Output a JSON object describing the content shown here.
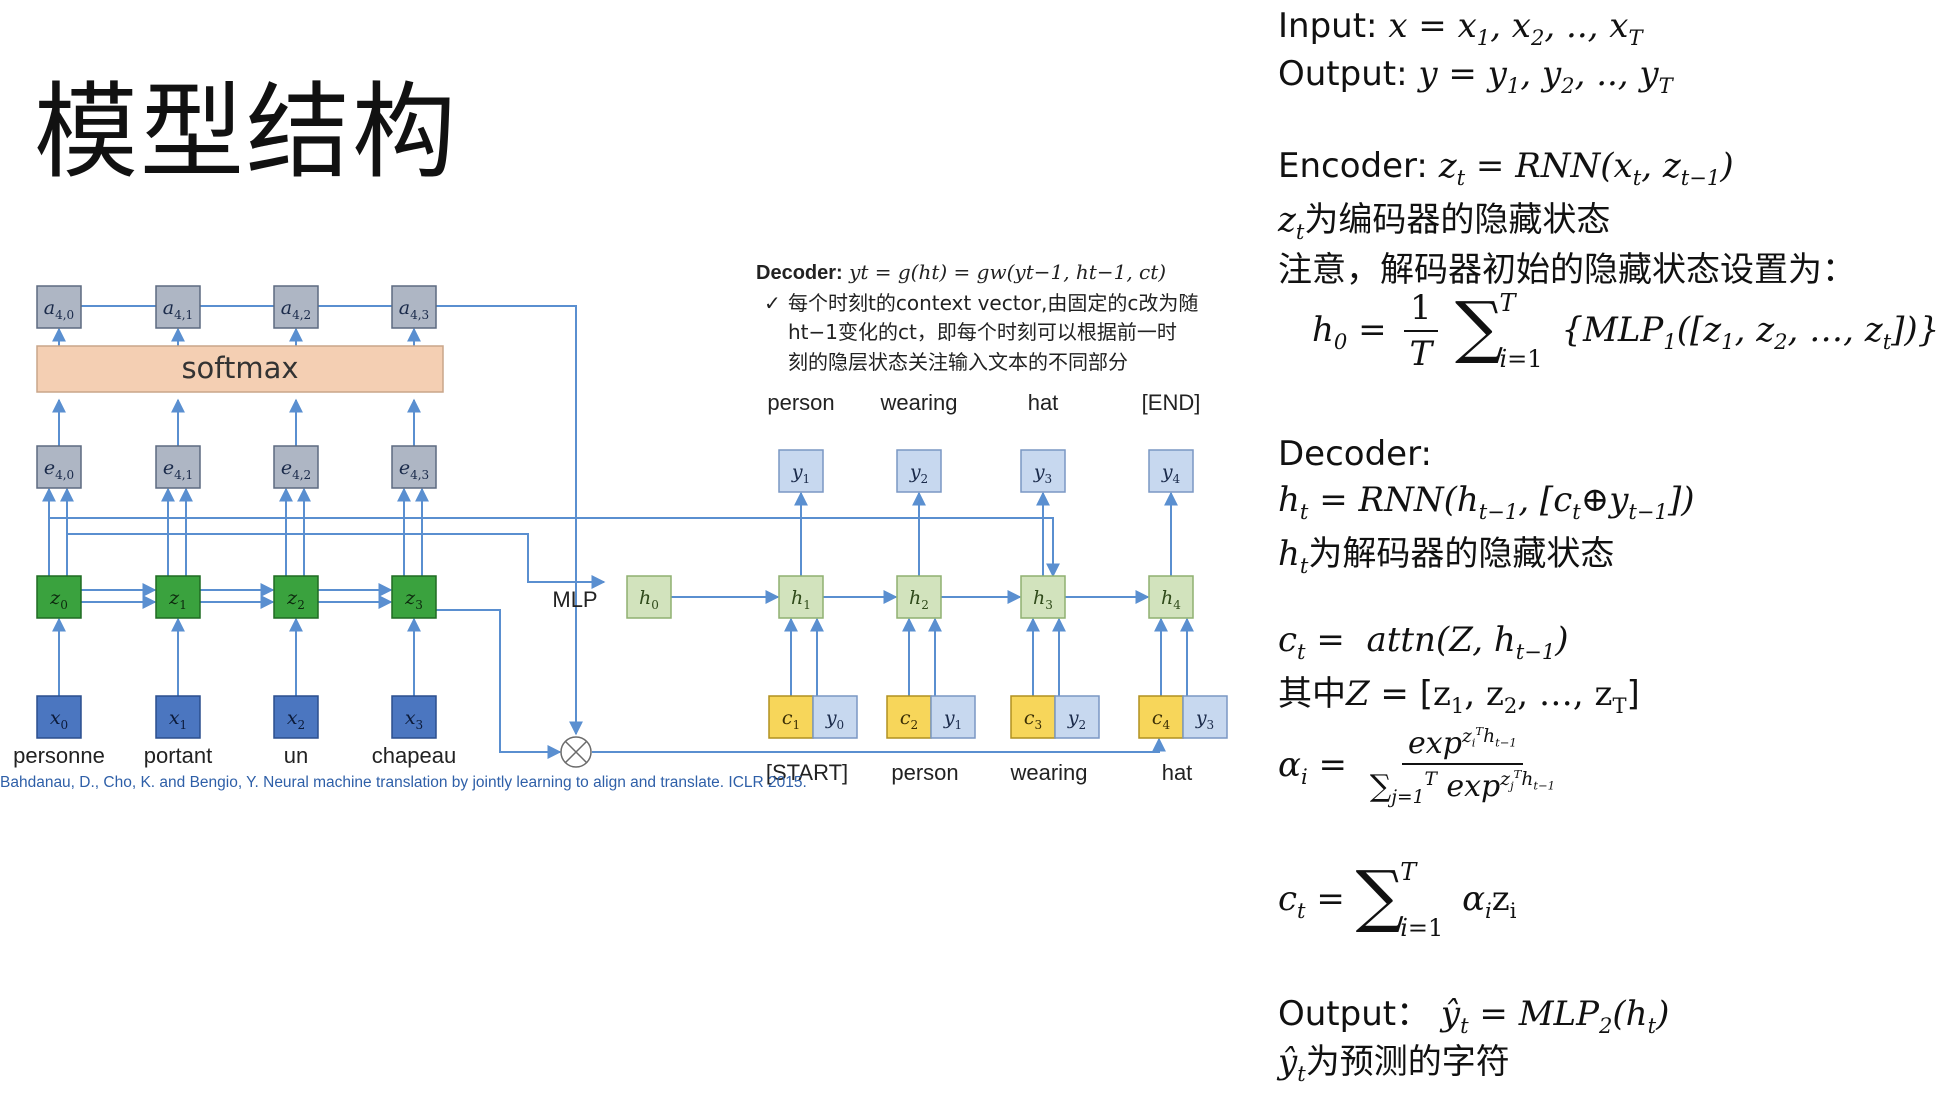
{
  "title": "模型结构",
  "diagram": {
    "attn_boxes": [
      "a4,0",
      "a4,1",
      "a4,2",
      "a4,3"
    ],
    "softmax_label": "softmax",
    "score_boxes": [
      "e4,0",
      "e4,1",
      "e4,2",
      "e4,3"
    ],
    "encoder_boxes": [
      "z0",
      "z1",
      "z2",
      "z3"
    ],
    "input_boxes": [
      "x0",
      "x1",
      "x2",
      "x3"
    ],
    "input_words": [
      "personne",
      "portant",
      "un",
      "chapeau"
    ],
    "mlp_label": "MLP",
    "h0_box": "h0",
    "decoder_boxes": [
      "h1",
      "h2",
      "h3",
      "h4"
    ],
    "output_boxes": [
      "y1",
      "y2",
      "y3",
      "y4"
    ],
    "output_words": [
      "person",
      "wearing",
      "hat",
      "[END]"
    ],
    "context_boxes": [
      "c1",
      "c2",
      "c3",
      "c4"
    ],
    "prev_output_boxes": [
      "y0",
      "y1",
      "y2",
      "y3"
    ],
    "prev_words": [
      "[START]",
      "person",
      "wearing",
      "hat"
    ],
    "citation": "Bahdanau, D., Cho, K. and Bengio, Y. Neural machine translation by jointly learning to align and translate. ICLR 2015.",
    "colors": {
      "gray_box": "#aeb6c4",
      "softmax_bar": "#f4cfb3",
      "green_box": "#3aa23e",
      "blue_box": "#4b76c0",
      "light_green_box": "#d2e3bd",
      "light_blue_box": "#c7d8ef",
      "yellow_box": "#f7d65a",
      "arrow": "#5a8fd0"
    }
  },
  "decoder_note": {
    "header": "Decoder:",
    "formula": "yt = g(ht) = gw(yt−1, ht−1, ct)",
    "check_mark": "✓",
    "bullet_1": "每个时刻t的context vector,由固定的c改为随",
    "bullet_2": "ht−1变化的ct，即每个时刻可以根据前一时",
    "bullet_3": "刻的隐层状态关注输入文本的不同部分"
  },
  "equations": {
    "input_label": "Input:",
    "input_eq": "x = x1, x2, .., xT",
    "output_label": "Output:",
    "output_eq": "y = y1, y2, .., yT",
    "encoder_label": "Encoder:",
    "encoder_eq": "zt = RNN(xt, zt−1)",
    "encoder_hidden_desc": "为编码器的隐藏状态",
    "note_init": "注意，解码器初始的隐藏状态设置为：",
    "h0_eq": "h0 = 1/T Σi=1..T {MLP1([z1, z2, …, zt])}",
    "decoder_label": "Decoder:",
    "decoder_eq": "ht = RNN(ht−1, [ct⊕yt−1])",
    "decoder_hidden_desc": "为解码器的隐藏状态",
    "ct_eq": "ct = attn(Z, ht−1)",
    "where_prefix": "其中",
    "z_eq": "Z = [z1, z2, …, zT]",
    "alpha_eq": "αi = exp(ziT ht−1) / Σj=1..T exp(zjT ht−1)",
    "ct_sum_eq": "ct = Σi=1..T αi zi",
    "output2_label": "Output：",
    "output2_eq": "ŷt = MLP2(ht)",
    "pred_desc": "为预测的字符"
  }
}
